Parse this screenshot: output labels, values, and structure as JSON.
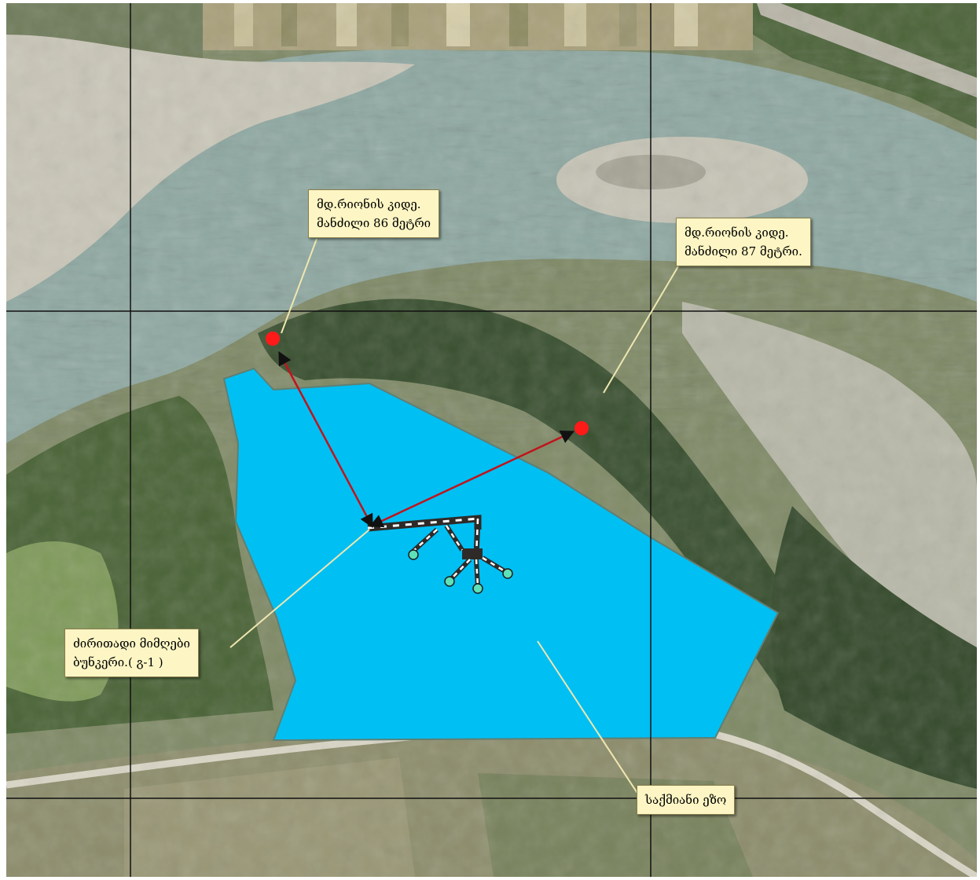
{
  "labels": {
    "river_edge_1": {
      "line1": "მდ.რიონის კიდე.",
      "line2": "მანძილი 86 მეტრი"
    },
    "river_edge_2": {
      "line1": "მდ.რიონის კიდე.",
      "line2": "მანძილი 87 მეტრი."
    },
    "main_objects": {
      "line1": "ძირითადი მიმღები",
      "line2": "ბუნკერი.( გ-1 )"
    },
    "storage_zone": {
      "line1": "საქმიანი ეზო"
    }
  },
  "colors": {
    "work_area": "#00bff3",
    "distance_arrow": "#c0141c",
    "river_point": "#ff1a1a",
    "pipe_node": "#5ee0b8",
    "callout_bg": "#fdf6c4",
    "river_water": "#8fa9a2",
    "vegetation": "#3f5a33",
    "grid_line": "#111111"
  },
  "icons": {
    "river_point": "red-circle-marker",
    "pipe_node": "teal-circle-marker",
    "arrow": "arrowhead-icon"
  }
}
